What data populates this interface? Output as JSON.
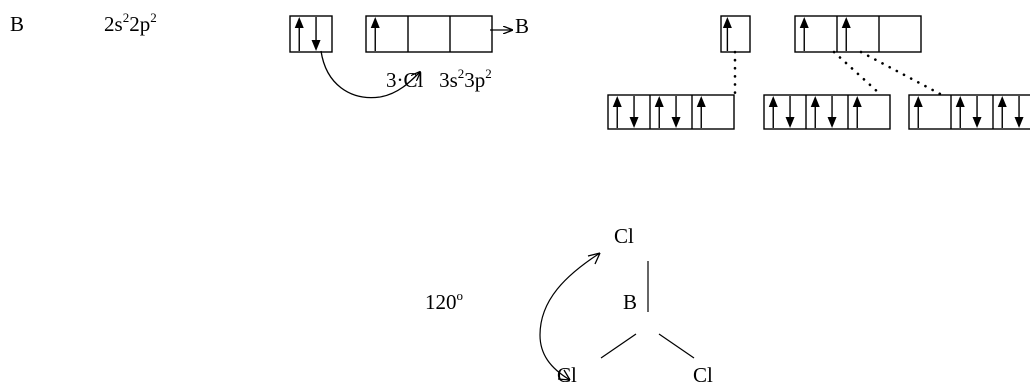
{
  "element": "B",
  "b_config": {
    "base1": "2s",
    "exp1": "2",
    "base2": "2p",
    "exp2": "2"
  },
  "arrow_target_label": "B",
  "cl_label": {
    "prefix": "3·Cl",
    "base1": "3s",
    "exp1": "2",
    "base2": "3p",
    "exp2": "2"
  },
  "geometry": {
    "angle_value": "120",
    "angle_unit": "o",
    "central_atom": "B",
    "ligands": [
      "Cl",
      "Cl",
      "Cl"
    ]
  },
  "orbitals": {
    "b_ground": {
      "s": [
        "up-down"
      ],
      "p": [
        "up",
        "empty",
        "empty"
      ]
    },
    "b_excited": {
      "s": [
        "up"
      ],
      "p": [
        "up",
        "up",
        "empty"
      ]
    },
    "cl": [
      [
        "up-down",
        "up-down",
        "up"
      ],
      [
        "up-down",
        "up-down",
        "up"
      ],
      [
        "up",
        "up-down",
        "up-down"
      ]
    ]
  },
  "colors": {
    "ink": "#000000",
    "background": "#ffffff"
  }
}
